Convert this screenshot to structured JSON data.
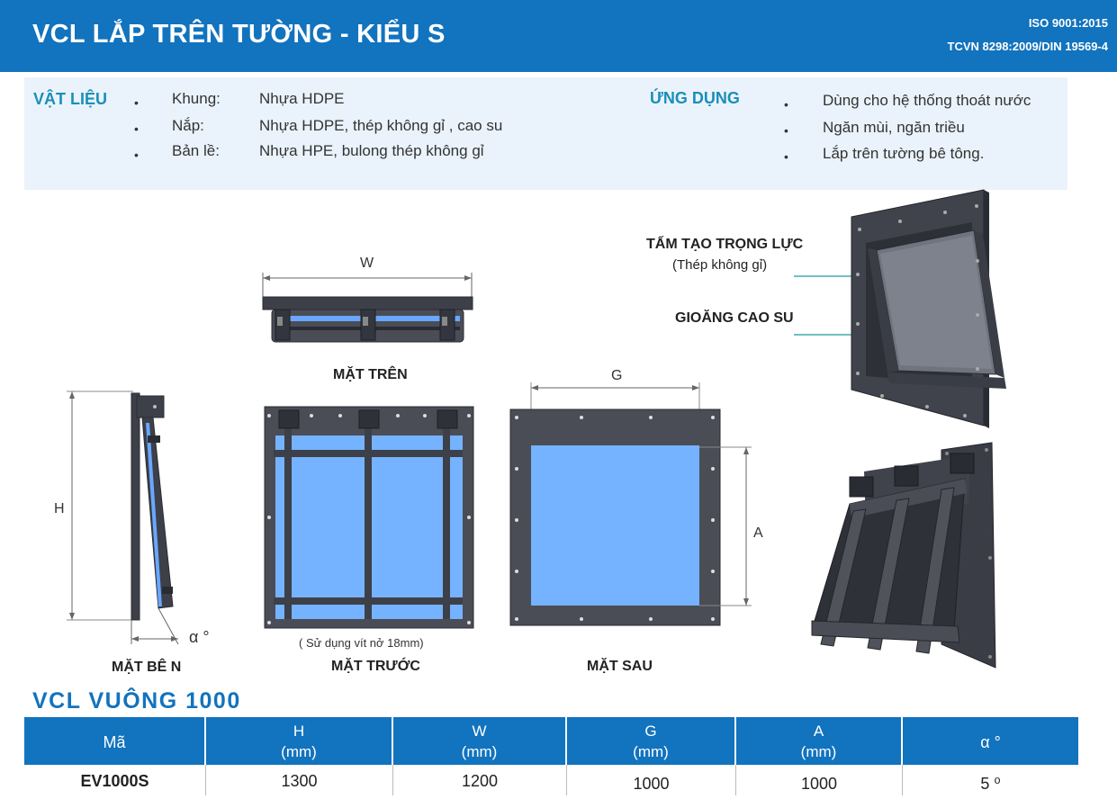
{
  "header": {
    "title": "VCL  LẮP TRÊN TƯỜNG - KIỂU S",
    "standard1": "ISO 9001:2015",
    "standard2": "TCVN 8298:2009/DIN 19569-4",
    "color": "#1273be"
  },
  "materials": {
    "label": "VẬT LIỆU",
    "items": [
      {
        "key": "Khung:",
        "value": "Nhựa HDPE"
      },
      {
        "key": "Nắp:",
        "value": "Nhựa HDPE, thép không gỉ , cao su"
      },
      {
        "key": "Bản lề:",
        "value": "Nhựa HPE, bulong thép không gỉ"
      }
    ]
  },
  "applications": {
    "label": "ỨNG DỤNG",
    "items": [
      "Dùng  cho hệ thống thoát nước",
      "Ngăn mùi, ngăn triều",
      "Lắp trên tường bê tông."
    ]
  },
  "bullet_char": "•",
  "drawings": {
    "top_view": {
      "dimension": "W",
      "caption": "MẶT TRÊN"
    },
    "side_view": {
      "dimension": "H",
      "angle": "α °",
      "caption": "MẶT BÊ N"
    },
    "front_view": {
      "note": "( Sử dụng vít nở 18mm)",
      "caption": "MẶT TRƯỚC"
    },
    "back_view": {
      "dimension_g": "G",
      "dimension_a": "A",
      "caption": "MẶT SAU"
    },
    "callouts": {
      "plate_title": "TẤM TẠO TRỌNG LỰC",
      "plate_sub": "(Thép không gỉ)",
      "gasket": "GIOĂNG CAO SU"
    }
  },
  "table": {
    "title": "VCL VUÔNG 1000",
    "headers": [
      {
        "line1": "Mã",
        "line2": ""
      },
      {
        "line1": "H",
        "line2": "(mm)"
      },
      {
        "line1": "W",
        "line2": "(mm)"
      },
      {
        "line1": "G",
        "line2": "(mm)"
      },
      {
        "line1": "A",
        "line2": "(mm)"
      },
      {
        "line1": "α °",
        "line2": ""
      }
    ],
    "rows": [
      [
        "EV1000S",
        "1300",
        "1200",
        "1000",
        "1000",
        "5 ⁰"
      ]
    ]
  }
}
